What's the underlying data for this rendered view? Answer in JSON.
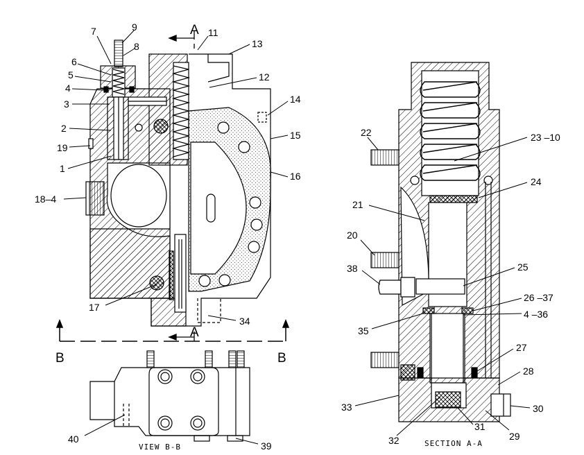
{
  "left_callouts": [
    {
      "id": "c7",
      "label": "7"
    },
    {
      "id": "c9",
      "label": "9"
    },
    {
      "id": "c8",
      "label": "8"
    },
    {
      "id": "c6",
      "label": "6"
    },
    {
      "id": "c5",
      "label": "5"
    },
    {
      "id": "c4",
      "label": "4"
    },
    {
      "id": "c3",
      "label": "3"
    },
    {
      "id": "c2",
      "label": "2"
    },
    {
      "id": "c19",
      "label": "19"
    },
    {
      "id": "c1",
      "label": "1"
    },
    {
      "id": "c18",
      "label": "18–4"
    },
    {
      "id": "c17",
      "label": "17"
    },
    {
      "id": "c34",
      "label": "34"
    },
    {
      "id": "c11",
      "label": "11"
    },
    {
      "id": "c13",
      "label": "13"
    },
    {
      "id": "c12",
      "label": "12"
    },
    {
      "id": "c14",
      "label": "14"
    },
    {
      "id": "c15",
      "label": "15"
    },
    {
      "id": "c16",
      "label": "16"
    },
    {
      "id": "c40",
      "label": "40"
    },
    {
      "id": "c39",
      "label": "39"
    }
  ],
  "right_callouts": [
    {
      "id": "c22",
      "label": "22"
    },
    {
      "id": "c23",
      "label": "23 –10"
    },
    {
      "id": "c24",
      "label": "24"
    },
    {
      "id": "c21",
      "label": "21"
    },
    {
      "id": "c20",
      "label": "20"
    },
    {
      "id": "c38",
      "label": "38"
    },
    {
      "id": "c25",
      "label": "25"
    },
    {
      "id": "c26",
      "label": "26 –37"
    },
    {
      "id": "c436",
      "label": "4 –36"
    },
    {
      "id": "c35",
      "label": "35"
    },
    {
      "id": "c27",
      "label": "27"
    },
    {
      "id": "c28",
      "label": "28"
    },
    {
      "id": "c33",
      "label": "33"
    },
    {
      "id": "c30",
      "label": "30"
    },
    {
      "id": "c32",
      "label": "32"
    },
    {
      "id": "c31",
      "label": "31"
    },
    {
      "id": "c29",
      "label": "29"
    }
  ],
  "section_markers": {
    "a_top": "A",
    "a_bottom": "A",
    "b_left": "B",
    "b_right": "B"
  },
  "captions": {
    "view_bb": "VIEW  B-B",
    "section_aa": "SECTION  A-A"
  }
}
